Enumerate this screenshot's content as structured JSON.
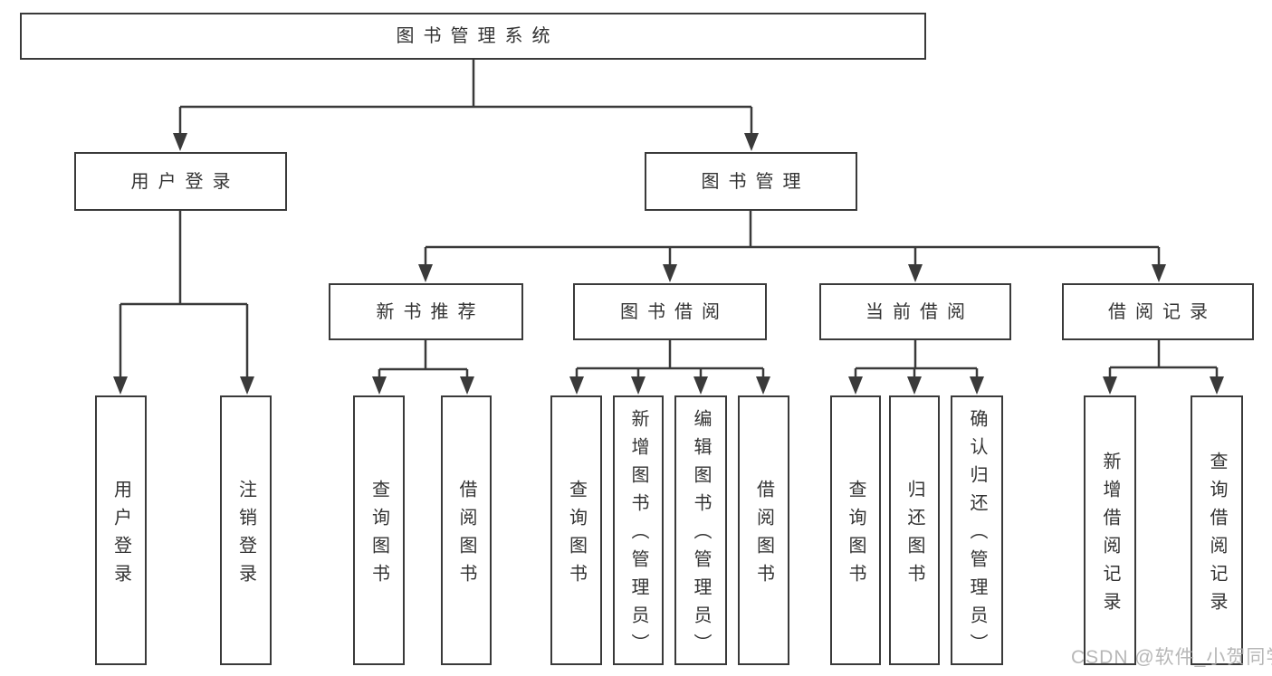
{
  "diagram": {
    "root": {
      "label": "图书管理系统"
    },
    "level2": {
      "user_login": {
        "label": "用户登录"
      },
      "book_management": {
        "label": "图书管理"
      }
    },
    "user_login_children": [
      {
        "label": "用户登录"
      },
      {
        "label": "注销登录"
      }
    ],
    "groups": [
      {
        "label": "新书推荐",
        "children": [
          {
            "label": "查询图书"
          },
          {
            "label": "借阅图书"
          }
        ]
      },
      {
        "label": "图书借阅",
        "children": [
          {
            "label": "查询图书"
          },
          {
            "label": "新增图书（管理员）"
          },
          {
            "label": "编辑图书（管理员）"
          },
          {
            "label": "借阅图书"
          }
        ]
      },
      {
        "label": "当前借阅",
        "children": [
          {
            "label": "查询图书"
          },
          {
            "label": "归还图书"
          },
          {
            "label": "确认归还（管理员）"
          }
        ]
      },
      {
        "label": "借阅记录",
        "children": [
          {
            "label": "新增借阅记录"
          },
          {
            "label": "查询借阅记录"
          }
        ]
      }
    ],
    "watermark": "CSDN @软件_小贺同学",
    "colors": {
      "line": "#3a3a3a",
      "text": "#333333",
      "background": "#ffffff",
      "watermark": "#ababab"
    }
  }
}
